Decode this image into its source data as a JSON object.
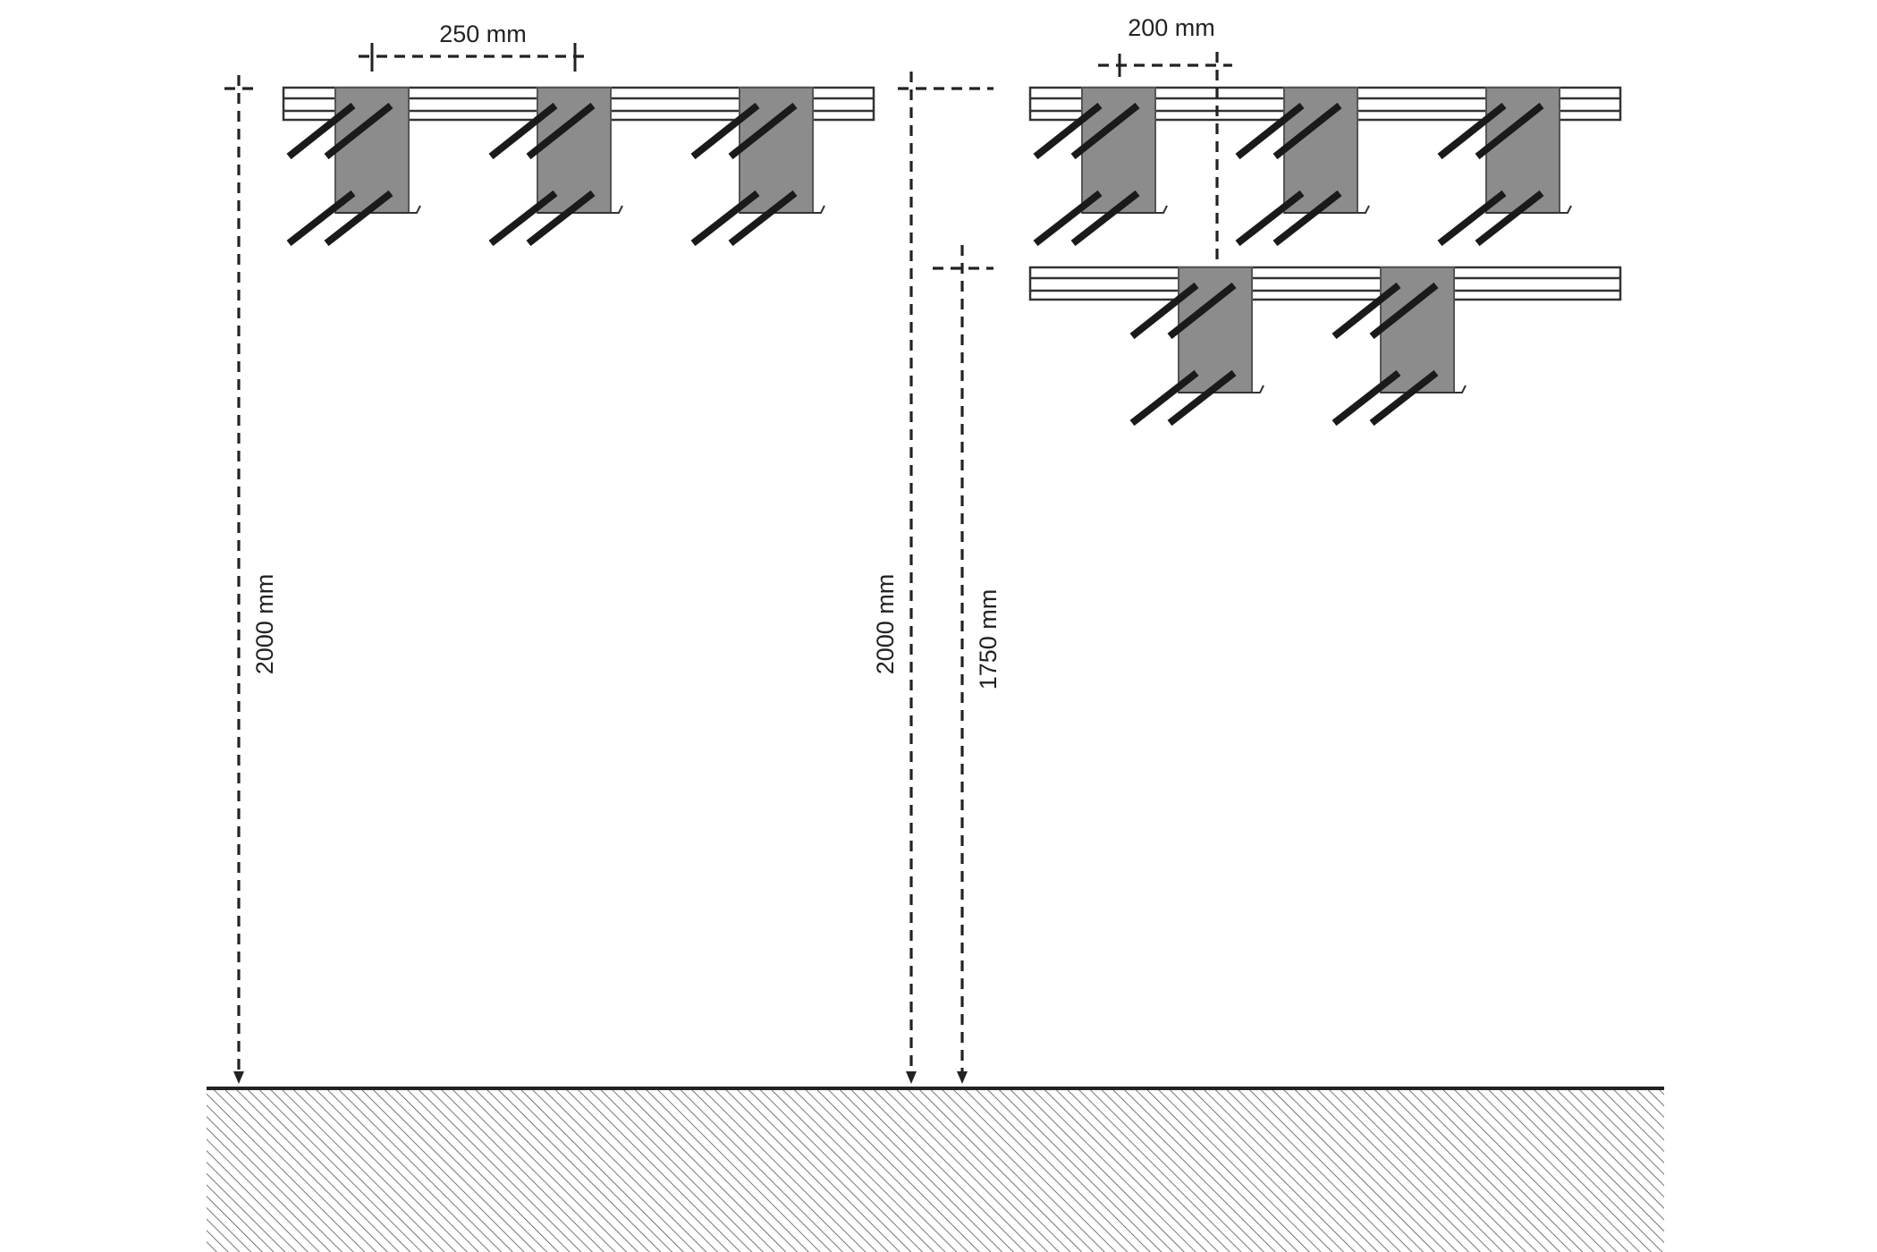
{
  "diagram": {
    "dimensions": {
      "left_spacing": "250 mm",
      "right_spacing": "200 mm",
      "left_height": "2000 mm",
      "right_upper_height": "2000 mm",
      "right_lower_height": "1750 mm"
    },
    "colors": {
      "post_fill": "#8c8c8c",
      "hook": "#1a1a1a",
      "line": "#222222",
      "ground_hatch": "#555555"
    }
  }
}
